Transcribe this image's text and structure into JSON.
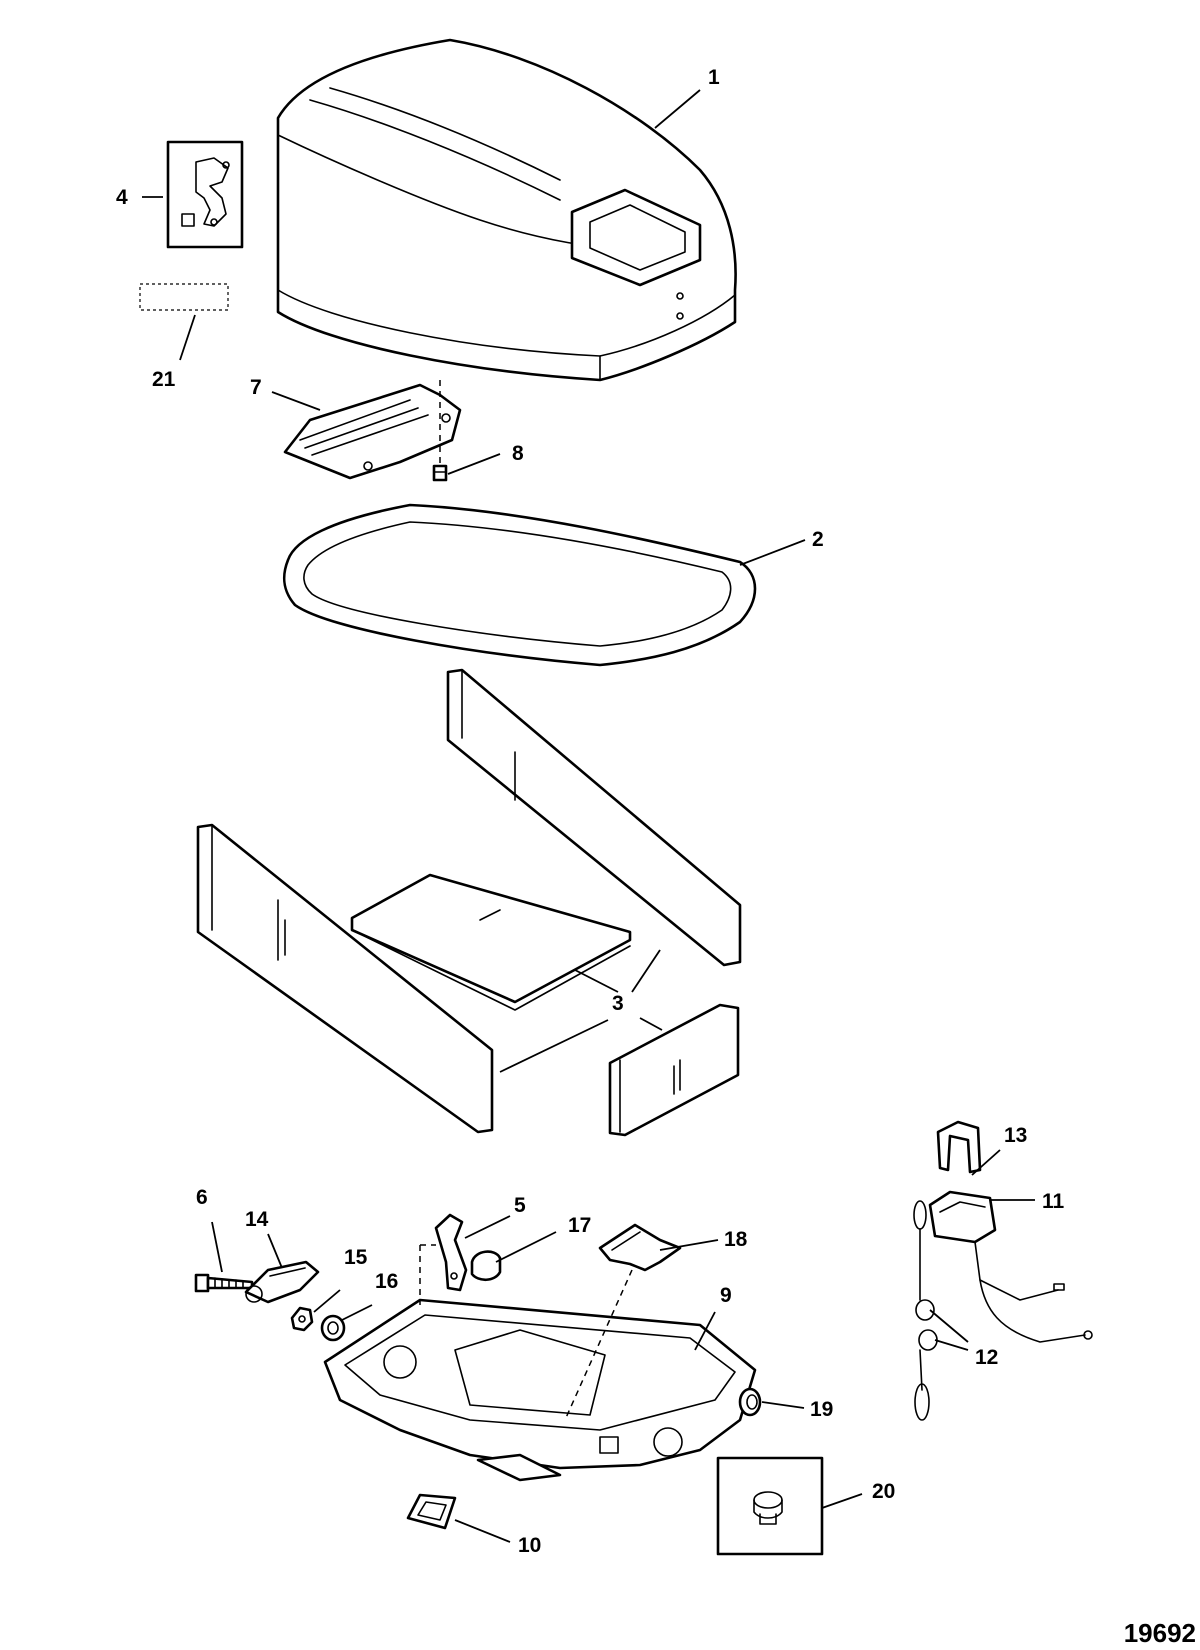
{
  "callouts": [
    {
      "id": "1",
      "label": "1"
    },
    {
      "id": "2",
      "label": "2"
    },
    {
      "id": "3",
      "label": "3"
    },
    {
      "id": "4",
      "label": "4"
    },
    {
      "id": "5",
      "label": "5"
    },
    {
      "id": "6",
      "label": "6"
    },
    {
      "id": "7",
      "label": "7"
    },
    {
      "id": "8",
      "label": "8"
    },
    {
      "id": "9",
      "label": "9"
    },
    {
      "id": "10",
      "label": "10"
    },
    {
      "id": "11",
      "label": "11"
    },
    {
      "id": "12",
      "label": "12"
    },
    {
      "id": "13",
      "label": "13"
    },
    {
      "id": "14",
      "label": "14"
    },
    {
      "id": "15",
      "label": "15"
    },
    {
      "id": "16",
      "label": "16"
    },
    {
      "id": "17",
      "label": "17"
    },
    {
      "id": "18",
      "label": "18"
    },
    {
      "id": "19",
      "label": "19"
    },
    {
      "id": "20",
      "label": "20"
    },
    {
      "id": "21",
      "label": "21"
    }
  ],
  "figure_number": "19692"
}
